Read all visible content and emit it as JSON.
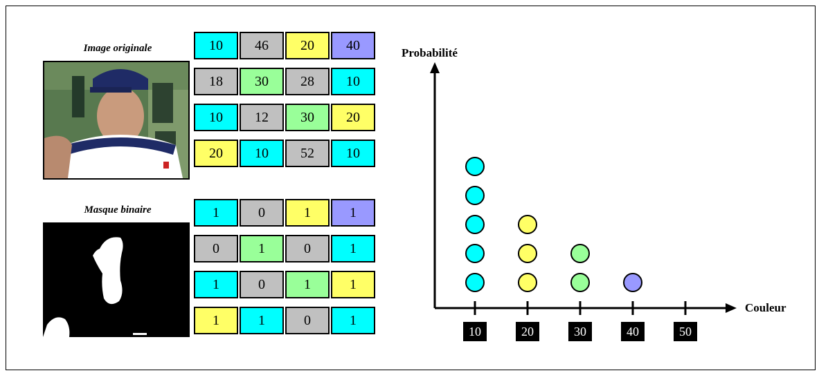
{
  "image_section": {
    "title": "Image originale",
    "grid": [
      [
        {
          "v": "10",
          "c": "#00ffff"
        },
        {
          "v": "46",
          "c": "#c0c0c0"
        },
        {
          "v": "20",
          "c": "#ffff66"
        },
        {
          "v": "40",
          "c": "#9999ff"
        }
      ],
      [
        {
          "v": "18",
          "c": "#c0c0c0"
        },
        {
          "v": "30",
          "c": "#99ff99"
        },
        {
          "v": "28",
          "c": "#c0c0c0"
        },
        {
          "v": "10",
          "c": "#00ffff"
        }
      ],
      [
        {
          "v": "10",
          "c": "#00ffff"
        },
        {
          "v": "12",
          "c": "#c0c0c0"
        },
        {
          "v": "30",
          "c": "#99ff99"
        },
        {
          "v": "20",
          "c": "#ffff66"
        }
      ],
      [
        {
          "v": "20",
          "c": "#ffff66"
        },
        {
          "v": "10",
          "c": "#00ffff"
        },
        {
          "v": "52",
          "c": "#c0c0c0"
        },
        {
          "v": "10",
          "c": "#00ffff"
        }
      ]
    ]
  },
  "mask_section": {
    "title": "Masque binaire",
    "grid": [
      [
        {
          "v": "1",
          "c": "#00ffff"
        },
        {
          "v": "0",
          "c": "#c0c0c0"
        },
        {
          "v": "1",
          "c": "#ffff66"
        },
        {
          "v": "1",
          "c": "#9999ff"
        }
      ],
      [
        {
          "v": "0",
          "c": "#c0c0c0"
        },
        {
          "v": "1",
          "c": "#99ff99"
        },
        {
          "v": "0",
          "c": "#c0c0c0"
        },
        {
          "v": "1",
          "c": "#00ffff"
        }
      ],
      [
        {
          "v": "1",
          "c": "#00ffff"
        },
        {
          "v": "0",
          "c": "#c0c0c0"
        },
        {
          "v": "1",
          "c": "#99ff99"
        },
        {
          "v": "1",
          "c": "#ffff66"
        }
      ],
      [
        {
          "v": "1",
          "c": "#ffff66"
        },
        {
          "v": "1",
          "c": "#00ffff"
        },
        {
          "v": "0",
          "c": "#c0c0c0"
        },
        {
          "v": "1",
          "c": "#00ffff"
        }
      ]
    ]
  },
  "histogram": {
    "ylabel": "Probabilité",
    "xlabel": "Couleur",
    "ticks": [
      "10",
      "20",
      "30",
      "40",
      "50"
    ],
    "counts": [
      5,
      3,
      2,
      1,
      0
    ],
    "colors": [
      "#00ffff",
      "#ffff66",
      "#99ff99",
      "#9999ff",
      "#ffffff"
    ]
  }
}
